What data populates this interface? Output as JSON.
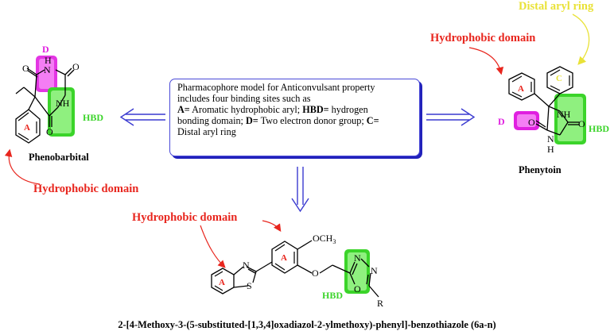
{
  "info_box": {
    "line1": "Pharmacophore model for Anticonvulsant property",
    "line2": "includes four binding sites such as",
    "line3_bold": "A=",
    "line3_rest": " Aromatic hydrophobic aryl; ",
    "line3_bold2": "HBD=",
    "line3_rest2": " hydrogen",
    "line4_a": "bonding domain; ",
    "line4_bold": "D=",
    "line4_b": " Two electron donor group; ",
    "line4_bold2": "C=",
    "line5": "Distal aryl ring"
  },
  "labels": {
    "hydrophobic_domain": "Hydrophobic domain",
    "distal_aryl_ring": "Distal aryl ring",
    "hbd": "HBD",
    "ring_a": "A",
    "ring_c": "C",
    "site_d": "D"
  },
  "atoms": {
    "n": "N",
    "h": "H",
    "nh": "NH",
    "o": "O",
    "s": "S",
    "r": "R",
    "och3_main": "OCH",
    "och3_sub": "3"
  },
  "compounds": {
    "phenobarbital": "Phenobarbital",
    "phenytoin": "Phenytoin",
    "product": "2-[4-Methoxy-3-(5-substituted-[1,3,4]oxadiazol-2-ylmethoxy)-phenyl]-benzothiazole (6a-n)"
  },
  "colors": {
    "arrow_blue": "#3a3ad0",
    "label_red": "#e8261e",
    "label_yellow": "#e9e238",
    "hbd_green": "#3bd42a",
    "site_d_magenta": "#e020e0"
  }
}
